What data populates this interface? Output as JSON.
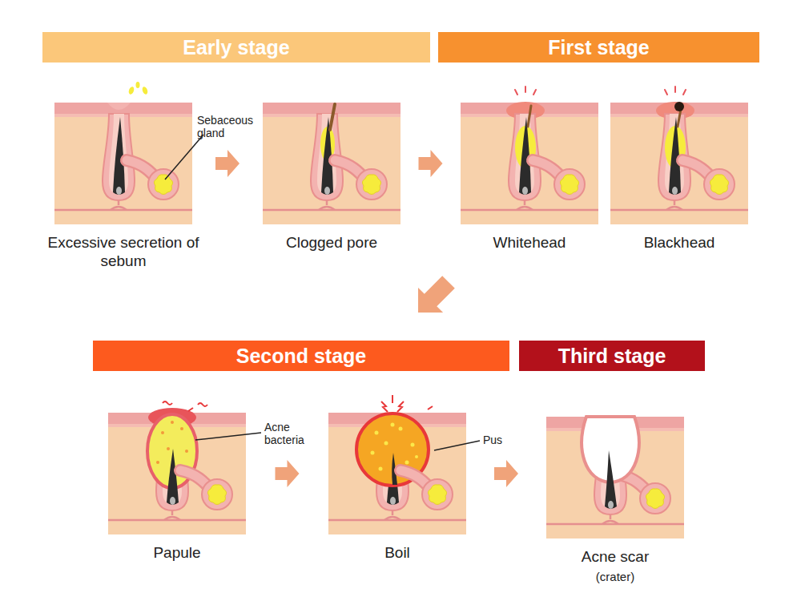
{
  "diagram": {
    "nodes": [
      {
        "text": [
          "Early stage"
        ]
      },
      {
        "text": [
          "First stage"
        ]
      },
      {
        "text": [
          "Excessive secretion of sebum"
        ]
      },
      {
        "text": [
          "Clogged pore"
        ]
      },
      {
        "text": [
          "Whitehead"
        ]
      },
      {
        "text": [
          "Blackhead"
        ]
      },
      {
        "text": [
          "Second stage"
        ]
      },
      {
        "text": [
          "Third stage"
        ]
      },
      {
        "text": [
          "Papule"
        ]
      },
      {
        "text": [
          "Boil"
        ]
      },
      {
        "text": [
          "Acne scar",
          "(crater)"
        ]
      }
    ],
    "edges": [
      {
        "from": 2,
        "to": 3,
        "arrow": "to"
      },
      {
        "from": 3,
        "to": 4,
        "arrow": "to"
      },
      {
        "from": 5,
        "to": 8,
        "arrow": "to"
      },
      {
        "from": 8,
        "to": 9,
        "arrow": "to"
      },
      {
        "from": 9,
        "to": 10,
        "arrow": "to"
      }
    ],
    "labels": [
      "Sebaceous gland",
      "Acne bacteria",
      "Pus"
    ]
  }
}
